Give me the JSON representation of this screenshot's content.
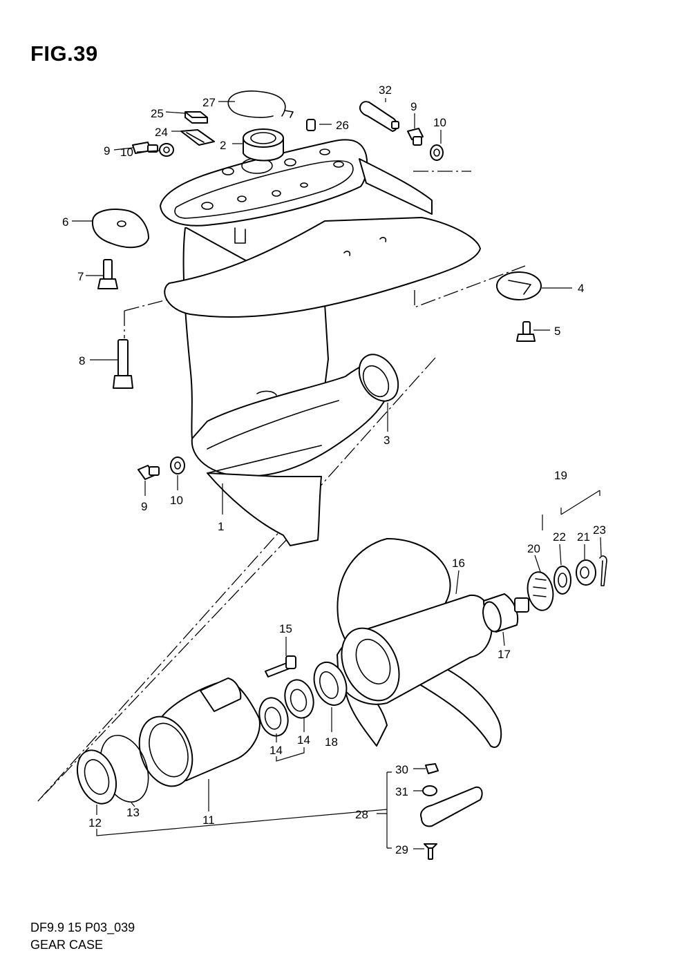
{
  "figure": {
    "title": "FIG.39"
  },
  "footer": {
    "code": "DF9.9 15 P03_039",
    "name": "GEAR CASE"
  },
  "callouts": [
    {
      "id": "c1",
      "text": "1"
    },
    {
      "id": "c2",
      "text": "2"
    },
    {
      "id": "c3",
      "text": "3"
    },
    {
      "id": "c4",
      "text": "4"
    },
    {
      "id": "c5",
      "text": "5"
    },
    {
      "id": "c6",
      "text": "6"
    },
    {
      "id": "c7",
      "text": "7"
    },
    {
      "id": "c8",
      "text": "8"
    },
    {
      "id": "c9a",
      "text": "9"
    },
    {
      "id": "c9b",
      "text": "9"
    },
    {
      "id": "c9c",
      "text": "9"
    },
    {
      "id": "c10a",
      "text": "10"
    },
    {
      "id": "c10b",
      "text": "10"
    },
    {
      "id": "c10c",
      "text": "10"
    },
    {
      "id": "c11",
      "text": "11"
    },
    {
      "id": "c12",
      "text": "12"
    },
    {
      "id": "c13",
      "text": "13"
    },
    {
      "id": "c14a",
      "text": "14"
    },
    {
      "id": "c14b",
      "text": "14"
    },
    {
      "id": "c15",
      "text": "15"
    },
    {
      "id": "c16",
      "text": "16"
    },
    {
      "id": "c17",
      "text": "17"
    },
    {
      "id": "c18",
      "text": "18"
    },
    {
      "id": "c19",
      "text": "19"
    },
    {
      "id": "c20",
      "text": "20"
    },
    {
      "id": "c21",
      "text": "21"
    },
    {
      "id": "c22",
      "text": "22"
    },
    {
      "id": "c23",
      "text": "23"
    },
    {
      "id": "c24",
      "text": "24"
    },
    {
      "id": "c25",
      "text": "25"
    },
    {
      "id": "c26",
      "text": "26"
    },
    {
      "id": "c27",
      "text": "27"
    },
    {
      "id": "c28",
      "text": "28"
    },
    {
      "id": "c29",
      "text": "29"
    },
    {
      "id": "c30",
      "text": "30"
    },
    {
      "id": "c31",
      "text": "31"
    },
    {
      "id": "c32",
      "text": "32"
    }
  ]
}
